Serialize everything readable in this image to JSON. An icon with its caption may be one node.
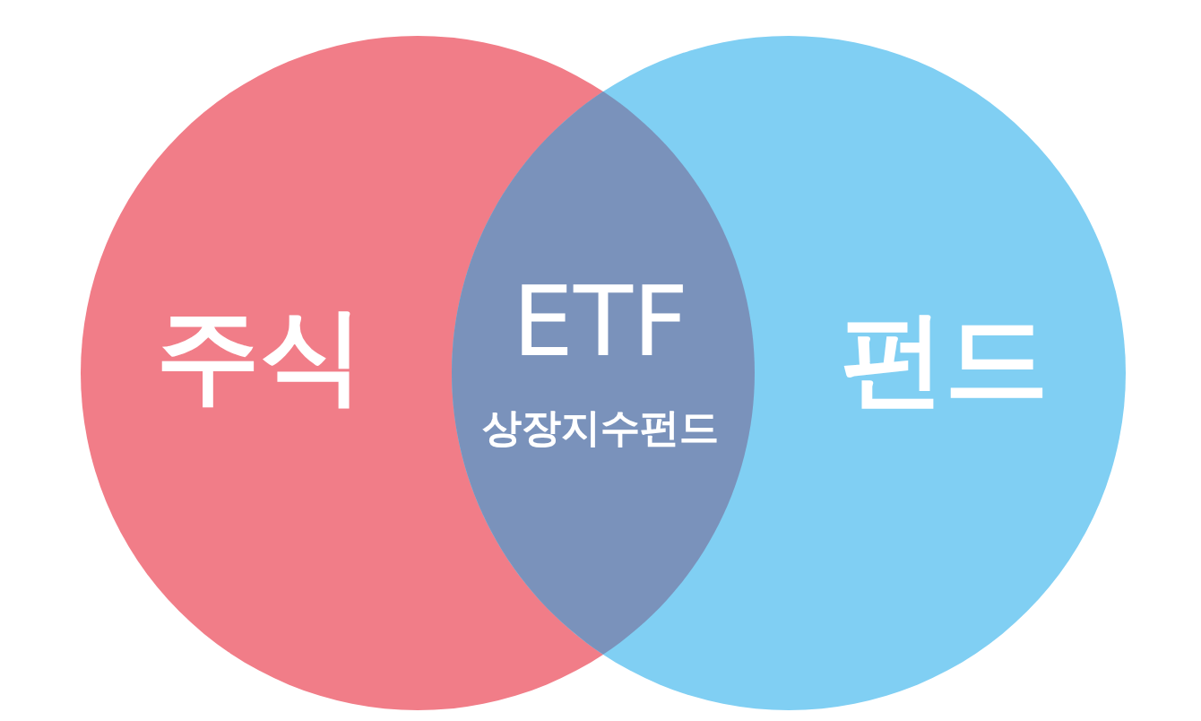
{
  "diagram": {
    "nodes": [
      {
        "text": [
          "주식"
        ]
      },
      {
        "text": [
          "펀드"
        ]
      },
      {
        "text": [
          "ETF",
          "상장지수펀드"
        ]
      }
    ]
  }
}
